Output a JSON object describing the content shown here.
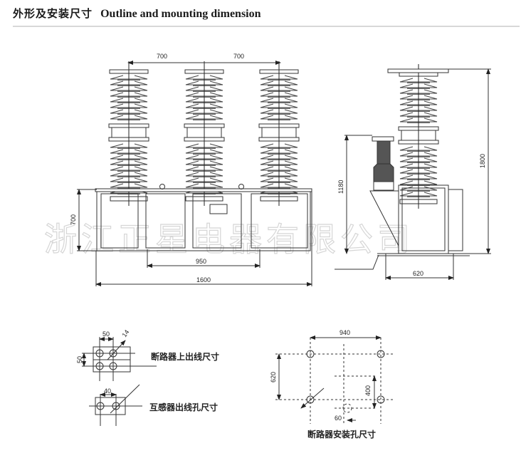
{
  "header": {
    "title_cn": "外形及安装尺寸",
    "title_en": "Outline and mounting dimension"
  },
  "front_view": {
    "dims": {
      "pole_spacing_left": "700",
      "pole_spacing_right": "700",
      "cabinet_height": "700",
      "inner_width": "950",
      "overall_width": "1600"
    }
  },
  "side_view": {
    "dims": {
      "ct_height": "1180",
      "overall_height": "1800",
      "base_depth": "620"
    }
  },
  "terminal_details": {
    "breaker": {
      "label": "断路器上出线尺寸",
      "hole_spacing_h": "50",
      "hole_spacing_v": "50",
      "hole_diameter": "14"
    },
    "transformer": {
      "label": "互感器出线孔尺寸",
      "hole_spacing_h": "40"
    }
  },
  "mounting_holes": {
    "label": "断路器安装孔尺寸",
    "width": "940",
    "depth": "620",
    "offset_v": "400",
    "offset_h": "60"
  },
  "watermark": "浙江正星电器有限公司"
}
